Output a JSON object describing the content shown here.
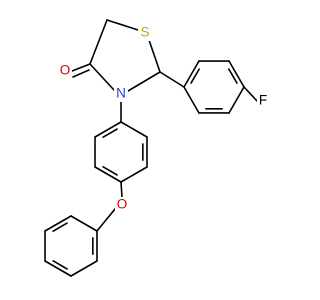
{
  "molecule": {
    "atoms": {
      "sulfur": {
        "symbol": "S",
        "color": "#c6a700"
      },
      "nitrogen": {
        "symbol": "N",
        "color": "#1f3fd0"
      },
      "carbonyl_oxygen": {
        "symbol": "O",
        "color": "#e00000"
      },
      "ether_oxygen": {
        "symbol": "O",
        "color": "#e00000"
      },
      "fluorine": {
        "symbol": "F",
        "color": "#000000"
      }
    },
    "bond_color": "#000000",
    "background": "#ffffff"
  }
}
